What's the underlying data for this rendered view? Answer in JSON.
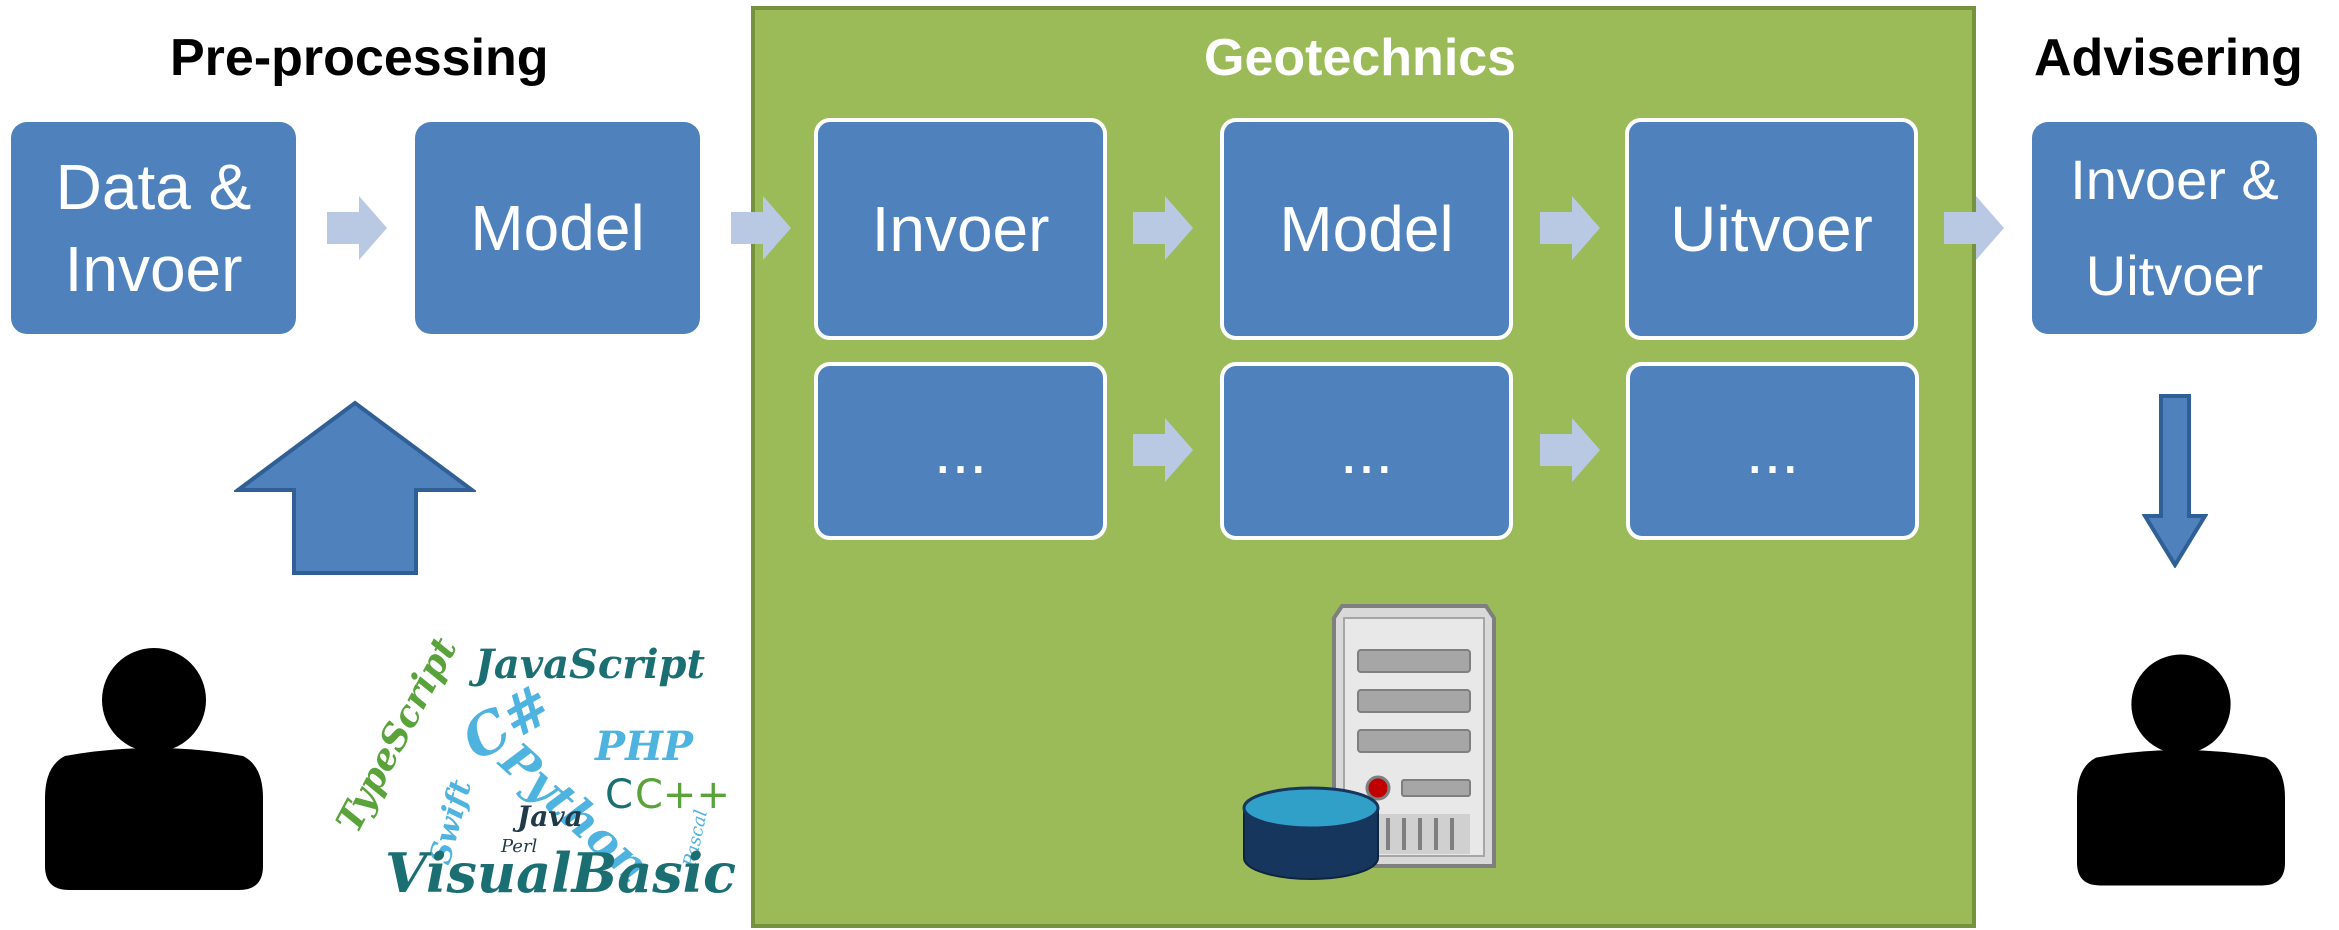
{
  "sections": {
    "pre_processing": "Pre-processing",
    "geotechnics": "Geotechnics",
    "advisering": "Advisering"
  },
  "boxes": {
    "data_invoer": [
      "Data &",
      "Invoer"
    ],
    "model_left": "Model",
    "geo_invoer": "Invoer",
    "geo_model": "Model",
    "geo_uitvoer": "Uitvoer",
    "geo_more_1": "...",
    "geo_more_2": "...",
    "geo_more_3": "...",
    "advice_invoer_uitvoer": [
      "Invoer &",
      "Uitvoer"
    ]
  },
  "word_cloud": {
    "words": [
      "JavaScript",
      "TypeScript",
      "C#",
      "PHP",
      "Python",
      "Swift",
      "C",
      "C++",
      "Java",
      "Perl",
      "Pascal",
      "VisualBasic"
    ]
  },
  "colors": {
    "box_fill": "#4f81bd",
    "panel_fill": "#9bbb59",
    "panel_border": "#76923c",
    "arrow_light": "#b9c9e4",
    "arrow_dark": "#4f81bd",
    "arrow_dark_outline": "#2f5f95"
  },
  "icons": {
    "left_user": "user-icon",
    "right_user": "user-icon",
    "server": "server-icon",
    "database": "database-icon"
  }
}
